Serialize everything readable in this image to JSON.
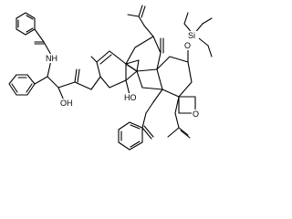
{
  "figure": {
    "type": "chemical-structure",
    "atoms": {
      "nh": "NH",
      "oh_side": "OH",
      "ho_ring": "HO",
      "si": "Si",
      "o": "O"
    }
  }
}
